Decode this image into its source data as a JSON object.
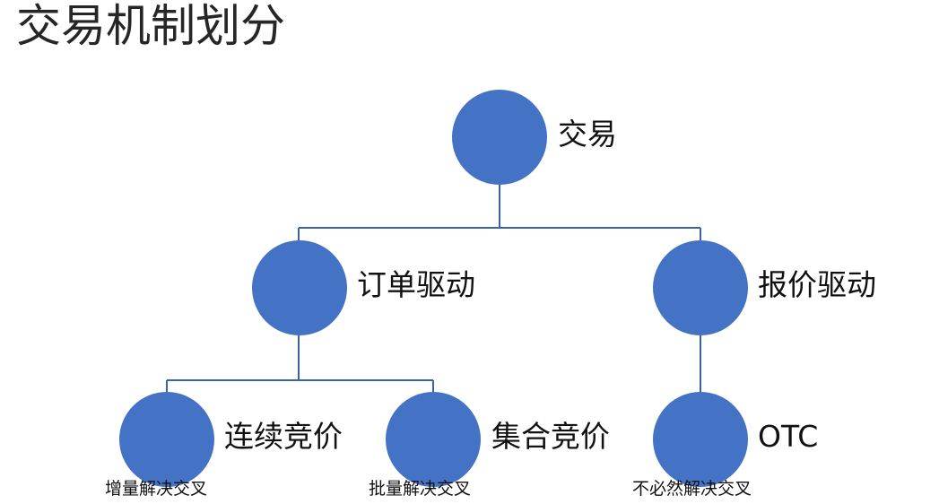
{
  "title": "交易机制划分",
  "colors": {
    "node": "#4472c4",
    "connector": "#3b64a8"
  },
  "nodes": {
    "root": {
      "label": "交易"
    },
    "order_driven": {
      "label": "订单驱动"
    },
    "quote_driven": {
      "label": "报价驱动"
    },
    "continuous_auction": {
      "label": "连续竞价",
      "note": "增量解决交叉"
    },
    "call_auction": {
      "label": "集合竞价",
      "note": "批量解决交叉"
    },
    "otc": {
      "label": "OTC",
      "note": "不必然解决交叉"
    }
  }
}
